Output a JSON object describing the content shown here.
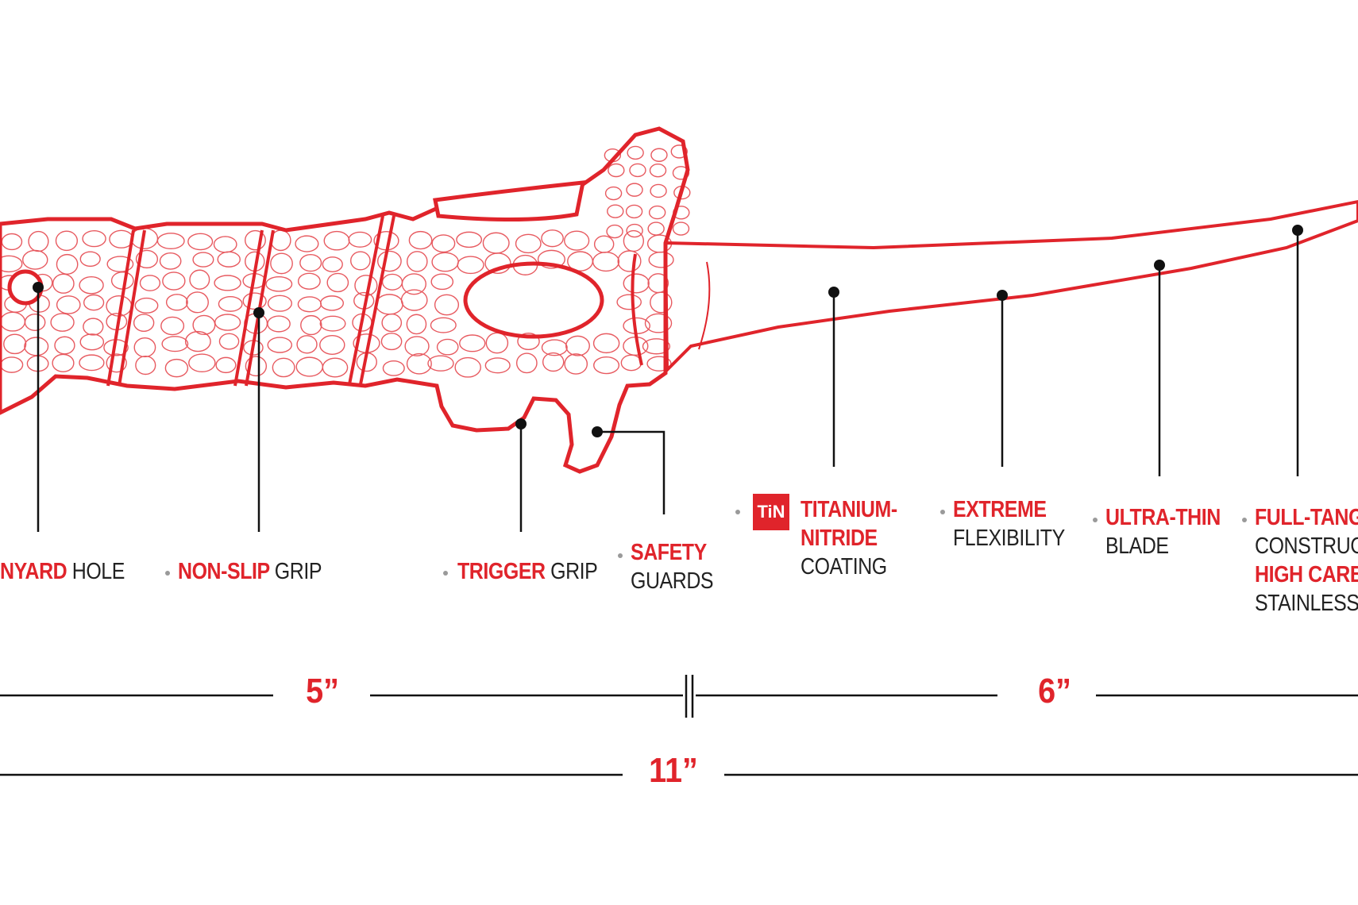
{
  "colors": {
    "accent": "#e0242b",
    "line": "#111111",
    "text": "#222222",
    "bullet": "#9a9a9a"
  },
  "features": [
    {
      "id": "lanyard",
      "highlight": "NYARD",
      "rest": "HOLE"
    },
    {
      "id": "nonslip",
      "highlight": "NON-SLIP",
      "rest": "GRIP"
    },
    {
      "id": "trigger",
      "highlight": "TRIGGER",
      "rest": "GRIP"
    },
    {
      "id": "safety",
      "line1": "SAFETY",
      "line2": "GUARDS"
    },
    {
      "id": "titanium",
      "badge": "TiN",
      "line1": "TITANIUM-",
      "line2": "NITRIDE",
      "line3": "COATING"
    },
    {
      "id": "extreme",
      "line1": "EXTREME",
      "line2": "FLEXIBILITY"
    },
    {
      "id": "ultrathin",
      "line1": "ULTRA-THIN",
      "line2": "BLADE"
    },
    {
      "id": "fulltang",
      "line1": "FULL-TANG",
      "line2": "CONSTRUCT",
      "line3": "HIGH CARBO",
      "line4": "STAINLESS S"
    }
  ],
  "dimensions": {
    "handle": "5”",
    "blade": "6”",
    "total": "11”"
  }
}
